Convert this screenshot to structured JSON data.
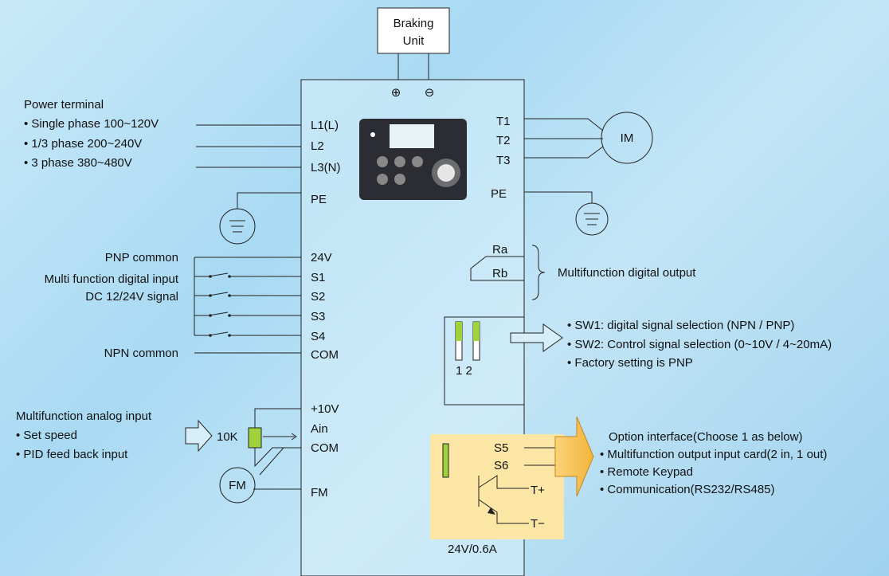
{
  "braking_unit": {
    "line1": "Braking",
    "line2": "Unit",
    "plus": "⊕",
    "minus": "⊖"
  },
  "power": {
    "title": "Power terminal",
    "items": [
      "• Single phase 100~120V",
      "• 1/3 phase 200~240V",
      "• 3 phase 380~480V"
    ],
    "terminals": [
      "L1(L)",
      "L2",
      "L3(N)"
    ]
  },
  "pe_left": "PE",
  "pe_right": "PE",
  "motor": {
    "label": "IM",
    "terminals": [
      "T1",
      "T2",
      "T3"
    ]
  },
  "digital_input": {
    "pnp_common": "PNP common",
    "title_line1": "Multi function digital input",
    "title_line2": "DC 12/24V signal",
    "npn_common": "NPN common",
    "terminals": [
      "24V",
      "S1",
      "S2",
      "S3",
      "S4",
      "COM"
    ]
  },
  "relay": {
    "terminals": [
      "Ra",
      "Rb"
    ],
    "label": "Multifunction digital output"
  },
  "switches": {
    "numbers": "1 2",
    "notes": [
      "• SW1:  digital signal selection  (NPN / PNP)",
      "• SW2: Control signal selection (0~10V / 4~20mA)",
      "• Factory setting is PNP"
    ]
  },
  "analog_input": {
    "title": "Multifunction analog input",
    "items": [
      "• Set speed",
      "• PID feed back input"
    ],
    "resistor": "10K",
    "terminals": [
      "+10V",
      "Ain",
      "COM"
    ]
  },
  "fm": {
    "circle": "FM",
    "terminal": "FM"
  },
  "option_card": {
    "terminals": [
      "S5",
      "S6",
      "T+",
      "T−"
    ],
    "rating": "24V/0.6A",
    "title": "Option interface(Choose 1 as below)",
    "items": [
      "• Multifunction output input card(2 in, 1 out)",
      "• Remote Keypad",
      "• Communication(RS232/RS485)"
    ]
  },
  "colors": {
    "card": "#fbe6a6",
    "arrow_fill": "#f6c24e",
    "switch_green": "#9fd23c",
    "keypad": "#2b2d33"
  }
}
